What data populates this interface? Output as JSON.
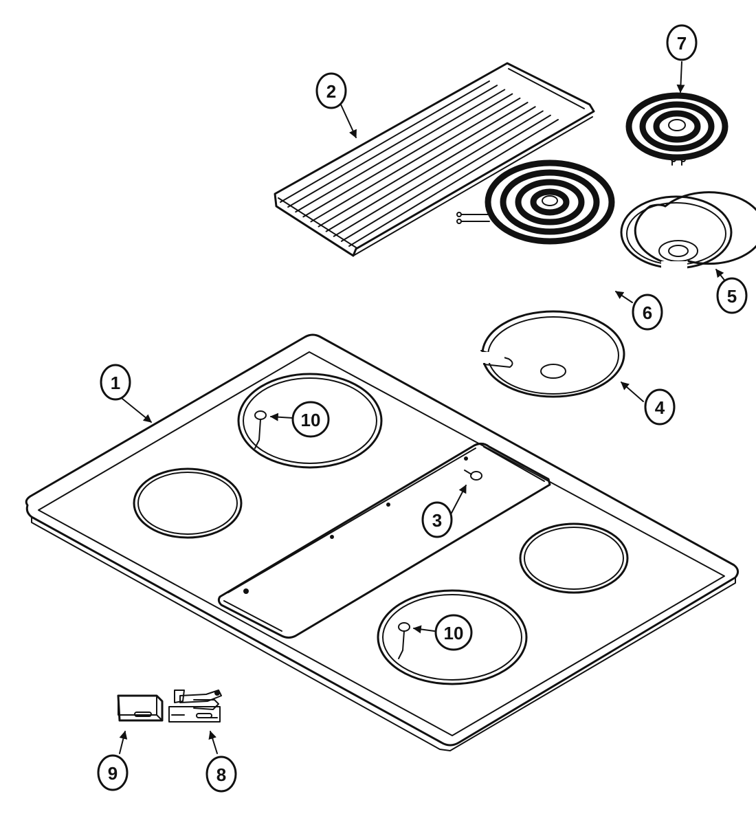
{
  "colors": {
    "line": "#111111",
    "background": "#ffffff"
  },
  "callouts": [
    {
      "id": "c1",
      "label": "1"
    },
    {
      "id": "c2",
      "label": "2"
    },
    {
      "id": "c3",
      "label": "3"
    },
    {
      "id": "c4",
      "label": "4"
    },
    {
      "id": "c5",
      "label": "5"
    },
    {
      "id": "c6",
      "label": "6"
    },
    {
      "id": "c7",
      "label": "7"
    },
    {
      "id": "c8",
      "label": "8"
    },
    {
      "id": "c9",
      "label": "9"
    },
    {
      "id": "c10a",
      "label": "10"
    },
    {
      "id": "c10b",
      "label": "10"
    }
  ]
}
